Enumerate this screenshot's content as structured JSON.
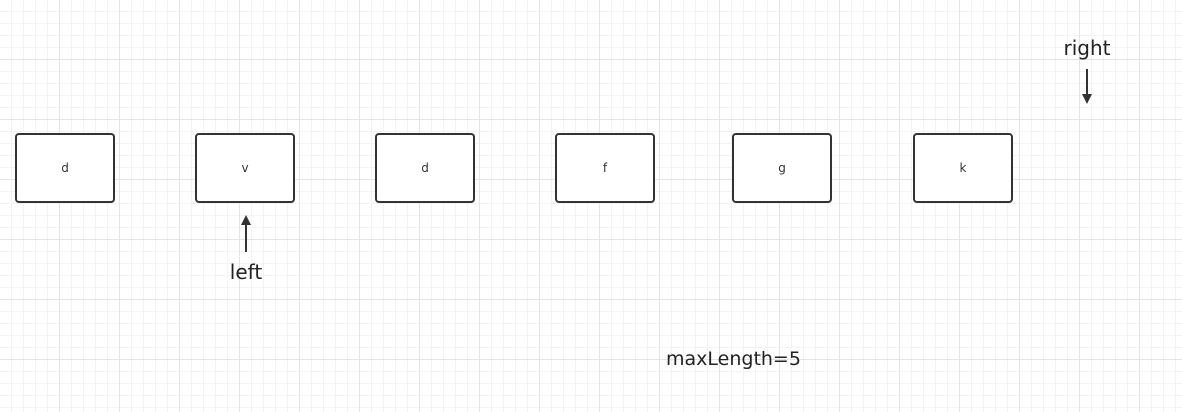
{
  "diagram": {
    "cells": [
      "d",
      "v",
      "d",
      "f",
      "g",
      "k"
    ],
    "pointers": {
      "left": {
        "label": "left",
        "index": 1
      },
      "right": {
        "label": "right",
        "index": 6
      }
    },
    "note": "maxLength=5",
    "colors": {
      "cell_border": "#333333",
      "arrow": "#333333",
      "text": "#222222"
    }
  }
}
